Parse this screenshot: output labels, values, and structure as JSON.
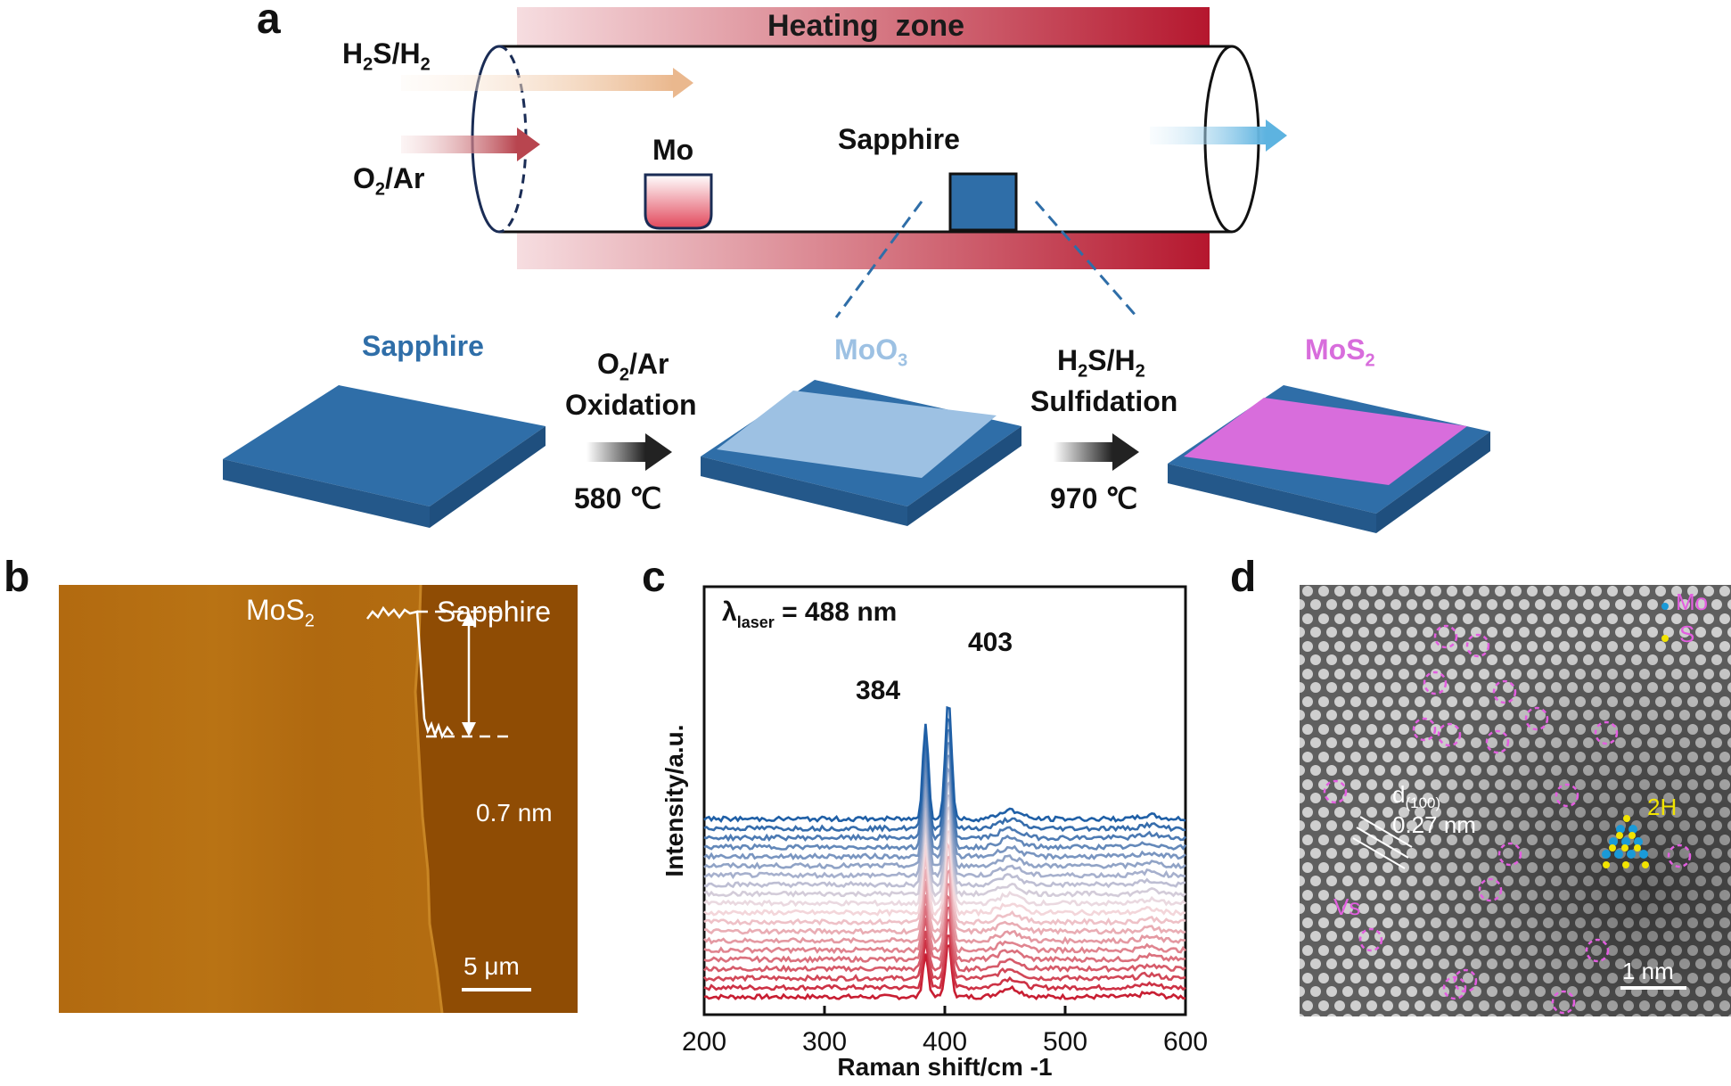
{
  "panels": {
    "a": {
      "letter": "a",
      "heating_zone": "Heating  zone",
      "gas_top": {
        "main": "H",
        "sub1": "2",
        "mid": "S/H",
        "sub2": "2"
      },
      "gas_bottom": {
        "main": "O",
        "sub1": "2",
        "rest": "/Ar"
      },
      "mo_label": "Mo",
      "sapphire_label": "Sapphire",
      "stages": {
        "s1": "Sapphire",
        "s2_main": "MoO",
        "s2_sub": "3",
        "s3_main": "MoS",
        "s3_sub": "2"
      },
      "step1": {
        "line1_main": "O",
        "line1_sub": "2",
        "line1_rest": "/Ar",
        "line2": "Oxidation",
        "temp": "580 ℃"
      },
      "step2": {
        "line1_a": "H",
        "line1_sub1": "2",
        "line1_b": "S/H",
        "line1_sub2": "2",
        "line2": "Sulfidation",
        "temp": "970 ℃"
      },
      "colors": {
        "sapphire": "#2f6ea8",
        "moo3": "#9dc1e3",
        "mos2": "#d86ddc",
        "heat_dark": "#b5172e"
      }
    },
    "b": {
      "letter": "b",
      "label_mos2_main": "MoS",
      "label_mos2_sub": "2",
      "label_sapphire": "Sapphire",
      "height": "0.7 nm",
      "scale": "5 μm",
      "colors": {
        "mos2_region": "#b56d0f",
        "sapphire_region": "#8f4c04"
      }
    },
    "c": {
      "letter": "c",
      "laser_main": "λ",
      "laser_sub": "laser",
      "laser_rest": " = 488 nm",
      "peak1": "384",
      "peak2": "403"
    },
    "d": {
      "letter": "d",
      "legend_mo": "Mo",
      "legend_s": "S",
      "phase": "2H",
      "d_main": "d",
      "d_sub": "(100)",
      "d_value": "0.27 nm",
      "vs": "Vs",
      "scale": "1 nm",
      "colors": {
        "mo_dot": "#1a9ad8",
        "s_dot": "#f2e400",
        "marker": "#e35ee0"
      }
    }
  },
  "chart_data": {
    "type": "line",
    "title": "",
    "xlabel": "Raman shift/cm -1",
    "ylabel": "Intensity/a.u.",
    "xlim": [
      200,
      600
    ],
    "x_ticks": [
      200,
      300,
      400,
      500,
      600
    ],
    "series_count": 20,
    "series_color_range": [
      "#c81e32",
      "#f5e0e3",
      "#1f5fa6"
    ],
    "peaks_cm-1": [
      384,
      403
    ],
    "annotation": "λlaser = 488 nm",
    "note_peaks": [
      "384",
      "403"
    ],
    "legend": "none",
    "grid": false
  }
}
